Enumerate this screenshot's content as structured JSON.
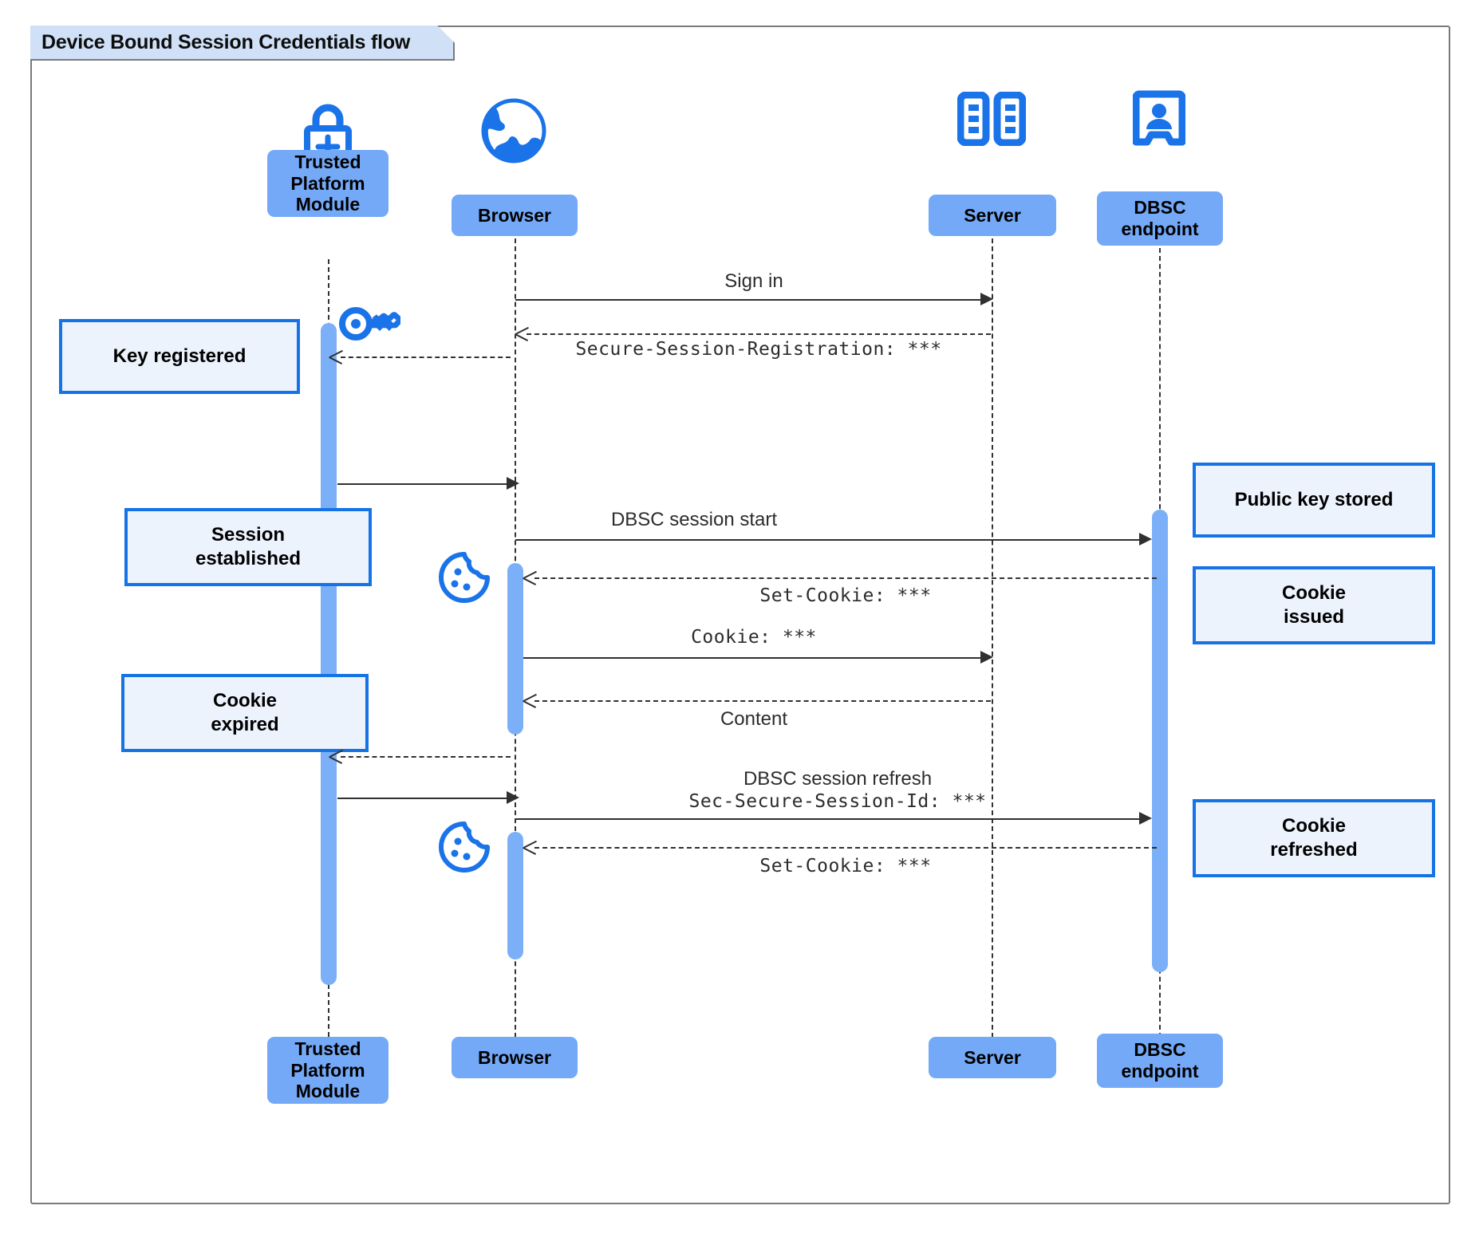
{
  "diagram": {
    "title": "Device Bound Session Credentials flow",
    "type": "uml-sequence",
    "colors": {
      "participant_fill": "#74a9f7",
      "note_fill": "#ecf3fd",
      "note_border": "#1573e6",
      "activation_fill": "#7bb0f8",
      "icon_blue": "#1a73e8",
      "frame_border": "#7a7a7a",
      "title_fill": "#cfe0f7"
    }
  },
  "participants": [
    {
      "id": "tpm",
      "label": "Trusted\nPlatform\nModule",
      "icon": "lock-plus-icon"
    },
    {
      "id": "browser",
      "label": "Browser",
      "icon": "globe-icon"
    },
    {
      "id": "server",
      "label": "Server",
      "icon": "server-rack-icon"
    },
    {
      "id": "dbsc",
      "label": "DBSC\nendpoint",
      "icon": "id-badge-icon"
    }
  ],
  "messages": [
    {
      "id": "m1",
      "from": "browser",
      "to": "server",
      "label": "Sign in",
      "style": "solid",
      "font": "sans"
    },
    {
      "id": "m2",
      "from": "server",
      "to": "browser",
      "label": "Secure-Session-Registration: ***",
      "style": "dashed",
      "font": "mono"
    },
    {
      "id": "m3",
      "from": "browser",
      "to": "tpm",
      "label": "",
      "style": "dashed",
      "font": "sans"
    },
    {
      "id": "m4",
      "from": "tpm",
      "to": "browser",
      "label": "",
      "style": "solid",
      "font": "sans"
    },
    {
      "id": "m5",
      "from": "browser",
      "to": "dbsc",
      "label": "DBSC session start",
      "style": "solid",
      "font": "sans"
    },
    {
      "id": "m6",
      "from": "dbsc",
      "to": "browser",
      "label": "Set-Cookie: ***",
      "style": "dashed",
      "font": "mono"
    },
    {
      "id": "m7",
      "from": "browser",
      "to": "server",
      "label": "Cookie: ***",
      "style": "solid",
      "font": "mono"
    },
    {
      "id": "m8",
      "from": "server",
      "to": "browser",
      "label": "Content",
      "style": "dashed",
      "font": "sans"
    },
    {
      "id": "m9",
      "from": "browser",
      "to": "tpm",
      "label": "",
      "style": "dashed",
      "font": "sans"
    },
    {
      "id": "m10",
      "from": "tpm",
      "to": "browser",
      "label": "",
      "style": "solid",
      "font": "sans"
    },
    {
      "id": "m11",
      "from": "browser",
      "to": "dbsc",
      "label_line1": "DBSC session refresh",
      "label_line2": "Sec-Secure-Session-Id: ***",
      "style": "solid",
      "font": "mixed"
    },
    {
      "id": "m12",
      "from": "dbsc",
      "to": "browser",
      "label": "Set-Cookie: ***",
      "style": "dashed",
      "font": "mono"
    }
  ],
  "notes": [
    {
      "id": "n1",
      "text": "Key registered",
      "side": "left",
      "anchor": "tpm"
    },
    {
      "id": "n2",
      "text": "Session\nestablished",
      "side": "left",
      "anchor": "tpm"
    },
    {
      "id": "n3",
      "text": "Cookie\nexpired",
      "side": "left",
      "anchor": "tpm"
    },
    {
      "id": "n4",
      "text": "Public key stored",
      "side": "right",
      "anchor": "dbsc"
    },
    {
      "id": "n5",
      "text": "Cookie\nissued",
      "side": "right",
      "anchor": "dbsc"
    },
    {
      "id": "n6",
      "text": "Cookie\nrefreshed",
      "side": "right",
      "anchor": "dbsc"
    }
  ],
  "inline_icons": [
    {
      "id": "key",
      "name": "key-icon",
      "near": "tpm"
    },
    {
      "id": "cookie1",
      "name": "cookie-icon",
      "near": "browser"
    },
    {
      "id": "cookie2",
      "name": "cookie-icon",
      "near": "browser"
    }
  ]
}
